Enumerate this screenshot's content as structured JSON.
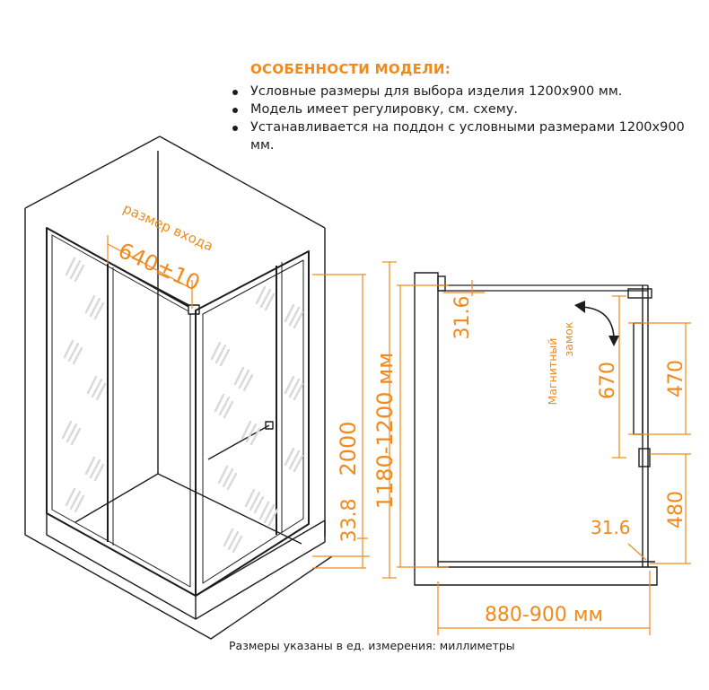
{
  "features": {
    "title": "ОСОБЕННОСТИ МОДЕЛИ:",
    "items": [
      "Условные размеры для выбора изделия 1200х900 мм.",
      "Модель имеет регулировку, см. схему.",
      "Устанавливается на поддон с условными размерами 1200х900 мм."
    ]
  },
  "iso_view": {
    "entrance_label": "размер входа",
    "entrance_value": "640±10",
    "height_total": "2000",
    "height_range": "1180-1200 мм",
    "bottom_offset": "33.8"
  },
  "plan_view": {
    "top_offset": "31.6",
    "bottom_offset": "31.6",
    "magnet_label_line1": "Магнитный",
    "magnet_label_line2": "замок",
    "dim_670": "670",
    "dim_470": "470",
    "dim_480": "480",
    "width_range": "880-900 мм"
  },
  "footer": "Размеры указаны в ед. измерения: миллиметры",
  "colors": {
    "accent": "#f08a1c",
    "line": "#1d1d1d",
    "glass_marks": "#d6d6d6"
  }
}
